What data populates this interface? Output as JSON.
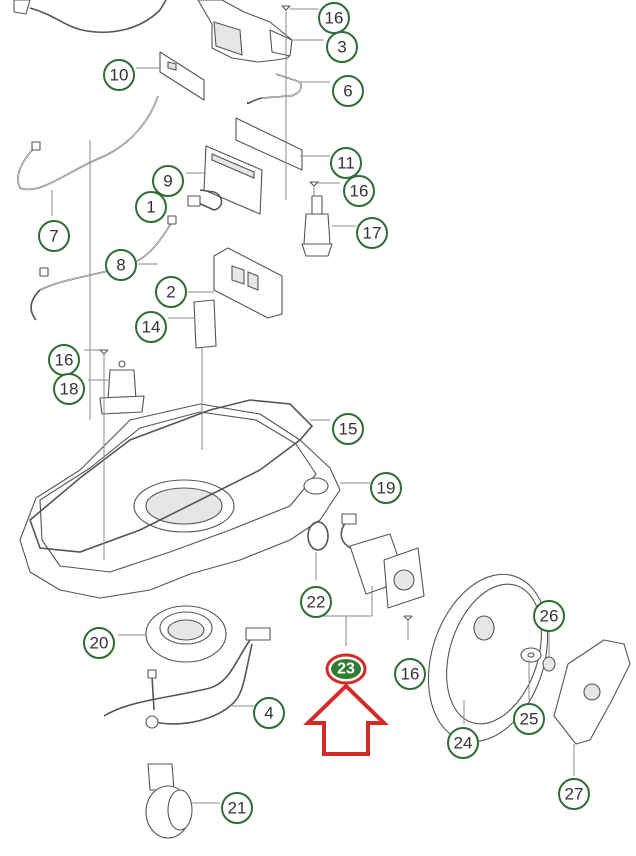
{
  "diagram": {
    "type": "exploded-parts-diagram",
    "callouts": [
      {
        "id": "c16a",
        "label": "16"
      },
      {
        "id": "c3",
        "label": "3"
      },
      {
        "id": "c10",
        "label": "10"
      },
      {
        "id": "c6",
        "label": "6"
      },
      {
        "id": "c11",
        "label": "11"
      },
      {
        "id": "c9",
        "label": "9"
      },
      {
        "id": "c16b",
        "label": "16"
      },
      {
        "id": "c1",
        "label": "1"
      },
      {
        "id": "c17",
        "label": "17"
      },
      {
        "id": "c7",
        "label": "7"
      },
      {
        "id": "c8",
        "label": "8"
      },
      {
        "id": "c2",
        "label": "2"
      },
      {
        "id": "c14",
        "label": "14"
      },
      {
        "id": "c16c",
        "label": "16"
      },
      {
        "id": "c18",
        "label": "18"
      },
      {
        "id": "c15",
        "label": "15"
      },
      {
        "id": "c19",
        "label": "19"
      },
      {
        "id": "c22",
        "label": "22"
      },
      {
        "id": "c26",
        "label": "26"
      },
      {
        "id": "c20",
        "label": "20"
      },
      {
        "id": "c16d",
        "label": "16"
      },
      {
        "id": "c25",
        "label": "25"
      },
      {
        "id": "c4",
        "label": "4"
      },
      {
        "id": "c24",
        "label": "24"
      },
      {
        "id": "c21",
        "label": "21"
      },
      {
        "id": "c27",
        "label": "27"
      }
    ],
    "highlighted": {
      "label": "23",
      "fill_color": "#2e7d32",
      "ring_color": "#d42a2a"
    },
    "arrow": {
      "direction": "up",
      "color": "#d42a2a"
    },
    "callout_color": "#2e6b35"
  }
}
